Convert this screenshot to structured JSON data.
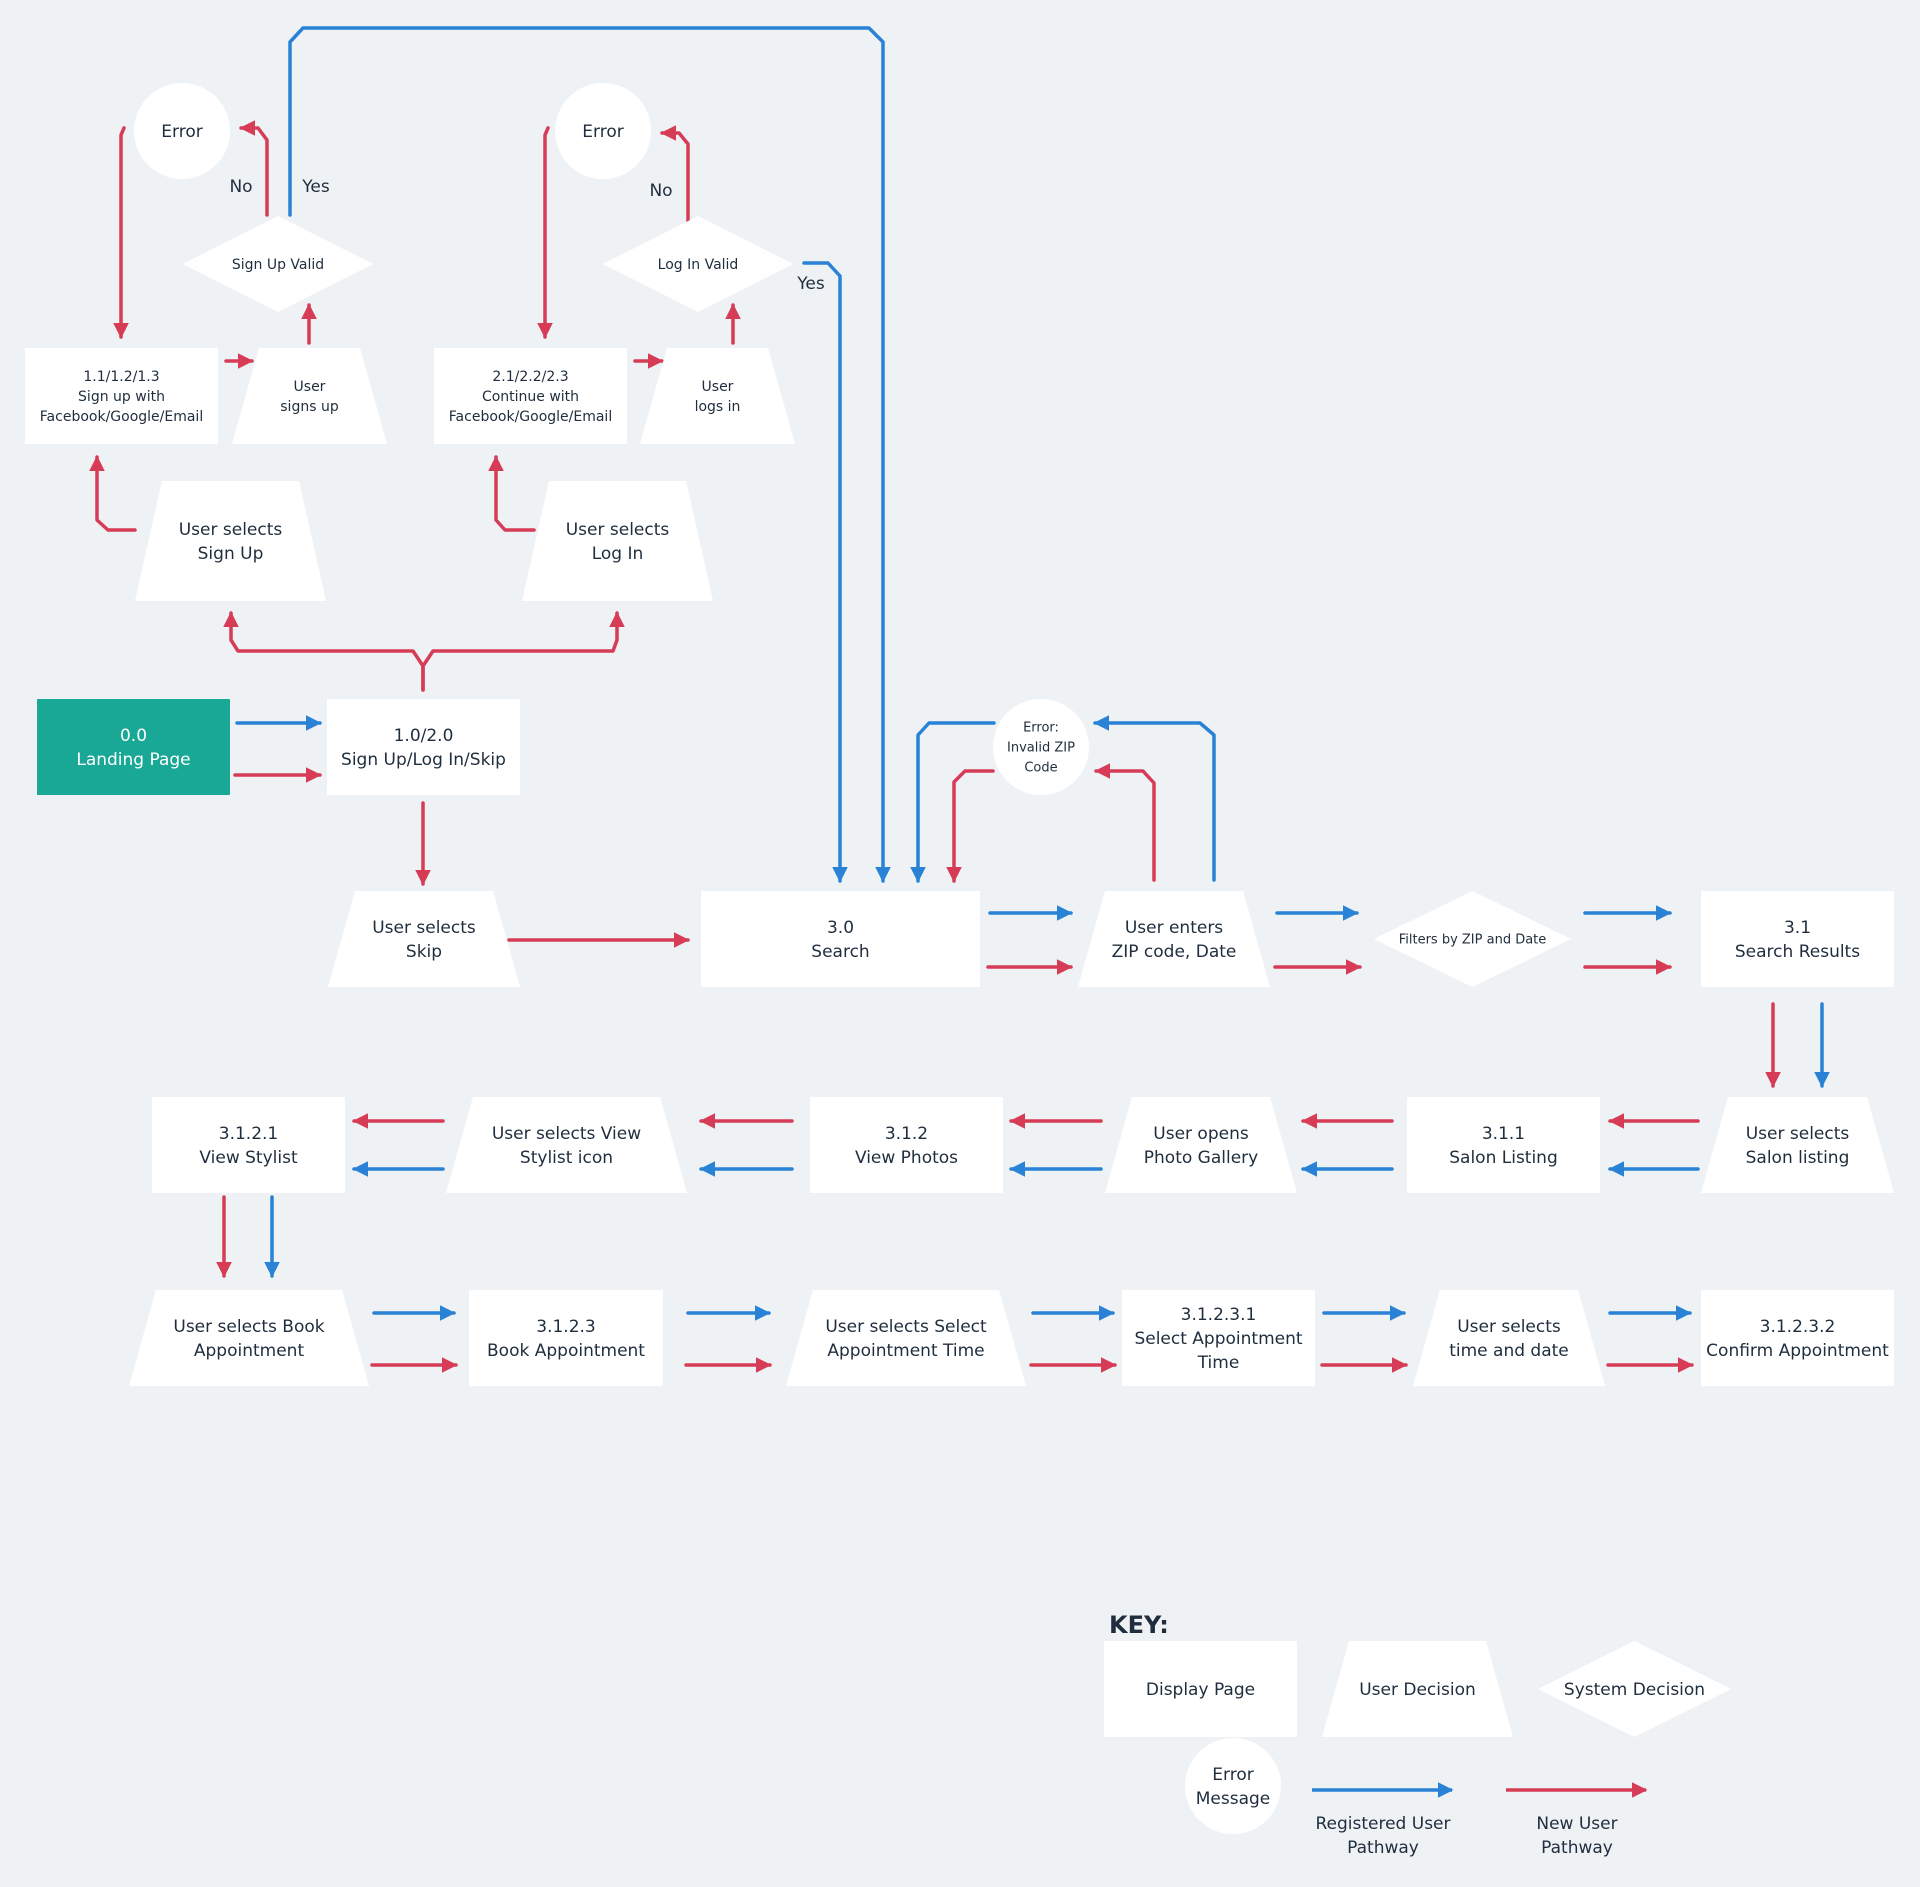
{
  "colors": {
    "background": "#eff2f5",
    "registered_path": "#2a82d6",
    "new_user_path": "#d63c55",
    "landing_fill": "#1aa896",
    "node_fill": "#ffffff",
    "text": "#1f2d3d"
  },
  "nodes": [
    {
      "id": "landing",
      "shape": "rect",
      "lines": [
        "0.0",
        "Landing Page"
      ],
      "highlight": true
    },
    {
      "id": "signup-login-skip",
      "shape": "rect",
      "lines": [
        "1.0/2.0",
        "Sign Up/Log In/Skip"
      ]
    },
    {
      "id": "user-selects-signup",
      "shape": "trapezoid",
      "lines": [
        "User selects",
        "Sign Up"
      ]
    },
    {
      "id": "user-selects-login",
      "shape": "trapezoid",
      "lines": [
        "User selects",
        "Log In"
      ]
    },
    {
      "id": "signup-with",
      "shape": "rect",
      "lines": [
        "1.1/1.2/1.3",
        "Sign up with",
        "Facebook/Google/Email"
      ]
    },
    {
      "id": "user-signs-up",
      "shape": "trapezoid",
      "lines": [
        "User",
        "signs up"
      ]
    },
    {
      "id": "signup-valid",
      "shape": "diamond",
      "lines": [
        "Sign Up Valid"
      ]
    },
    {
      "id": "error-signup",
      "shape": "circle",
      "lines": [
        "Error"
      ]
    },
    {
      "id": "continue-with",
      "shape": "rect",
      "lines": [
        "2.1/2.2/2.3",
        "Continue with",
        "Facebook/Google/Email"
      ]
    },
    {
      "id": "user-logs-in",
      "shape": "trapezoid",
      "lines": [
        "User",
        "logs in"
      ]
    },
    {
      "id": "login-valid",
      "shape": "diamond",
      "lines": [
        "Log In Valid"
      ]
    },
    {
      "id": "error-login",
      "shape": "circle",
      "lines": [
        "Error"
      ]
    },
    {
      "id": "user-selects-skip",
      "shape": "trapezoid",
      "lines": [
        "User selects",
        "Skip"
      ]
    },
    {
      "id": "search",
      "shape": "rect",
      "lines": [
        "3.0",
        "Search"
      ]
    },
    {
      "id": "user-enters-zip",
      "shape": "trapezoid",
      "lines": [
        "User enters",
        "ZIP code, Date"
      ]
    },
    {
      "id": "error-zip",
      "shape": "circle",
      "lines": [
        "Error:",
        "Invalid ZIP",
        "Code"
      ]
    },
    {
      "id": "filters-zip",
      "shape": "diamond",
      "lines": [
        "Filters by ZIP and Date"
      ]
    },
    {
      "id": "search-results",
      "shape": "rect",
      "lines": [
        "3.1",
        "Search Results"
      ]
    },
    {
      "id": "user-selects-salon",
      "shape": "trapezoid",
      "lines": [
        "User selects",
        "Salon listing"
      ]
    },
    {
      "id": "salon-listing",
      "shape": "rect",
      "lines": [
        "3.1.1",
        "Salon Listing"
      ]
    },
    {
      "id": "user-opens-gallery",
      "shape": "trapezoid",
      "lines": [
        "User opens",
        "Photo Gallery"
      ]
    },
    {
      "id": "view-photos",
      "shape": "rect",
      "lines": [
        "3.1.2",
        "View Photos"
      ]
    },
    {
      "id": "user-selects-stylist",
      "shape": "trapezoid",
      "lines": [
        "User selects View",
        "Stylist icon"
      ]
    },
    {
      "id": "view-stylist",
      "shape": "rect",
      "lines": [
        "3.1.2.1",
        "View Stylist"
      ]
    },
    {
      "id": "user-selects-book",
      "shape": "trapezoid",
      "lines": [
        "User selects Book",
        "Appointment"
      ]
    },
    {
      "id": "book-appointment",
      "shape": "rect",
      "lines": [
        "3.1.2.3",
        "Book Appointment"
      ]
    },
    {
      "id": "user-selects-time",
      "shape": "trapezoid",
      "lines": [
        "User selects Select",
        "Appointment Time"
      ]
    },
    {
      "id": "select-appointment-time",
      "shape": "rect",
      "lines": [
        "3.1.2.3.1",
        "Select Appointment",
        "Time"
      ]
    },
    {
      "id": "user-selects-time-date",
      "shape": "trapezoid",
      "lines": [
        "User selects",
        "time and date"
      ]
    },
    {
      "id": "confirm-appointment",
      "shape": "rect",
      "lines": [
        "3.1.2.3.2",
        "Confirm Appointment"
      ]
    }
  ],
  "edge_labels": [
    {
      "id": "signup-no",
      "text": "No"
    },
    {
      "id": "signup-yes",
      "text": "Yes"
    },
    {
      "id": "login-no",
      "text": "No"
    },
    {
      "id": "login-yes",
      "text": "Yes"
    }
  ],
  "key": {
    "title": "KEY:",
    "display_page": "Display Page",
    "user_decision": "User Decision",
    "system_decision": "System Decision",
    "error_message": [
      "Error",
      "Message"
    ],
    "registered": [
      "Registered User",
      "Pathway"
    ],
    "new_user": [
      "New User",
      "Pathway"
    ]
  }
}
